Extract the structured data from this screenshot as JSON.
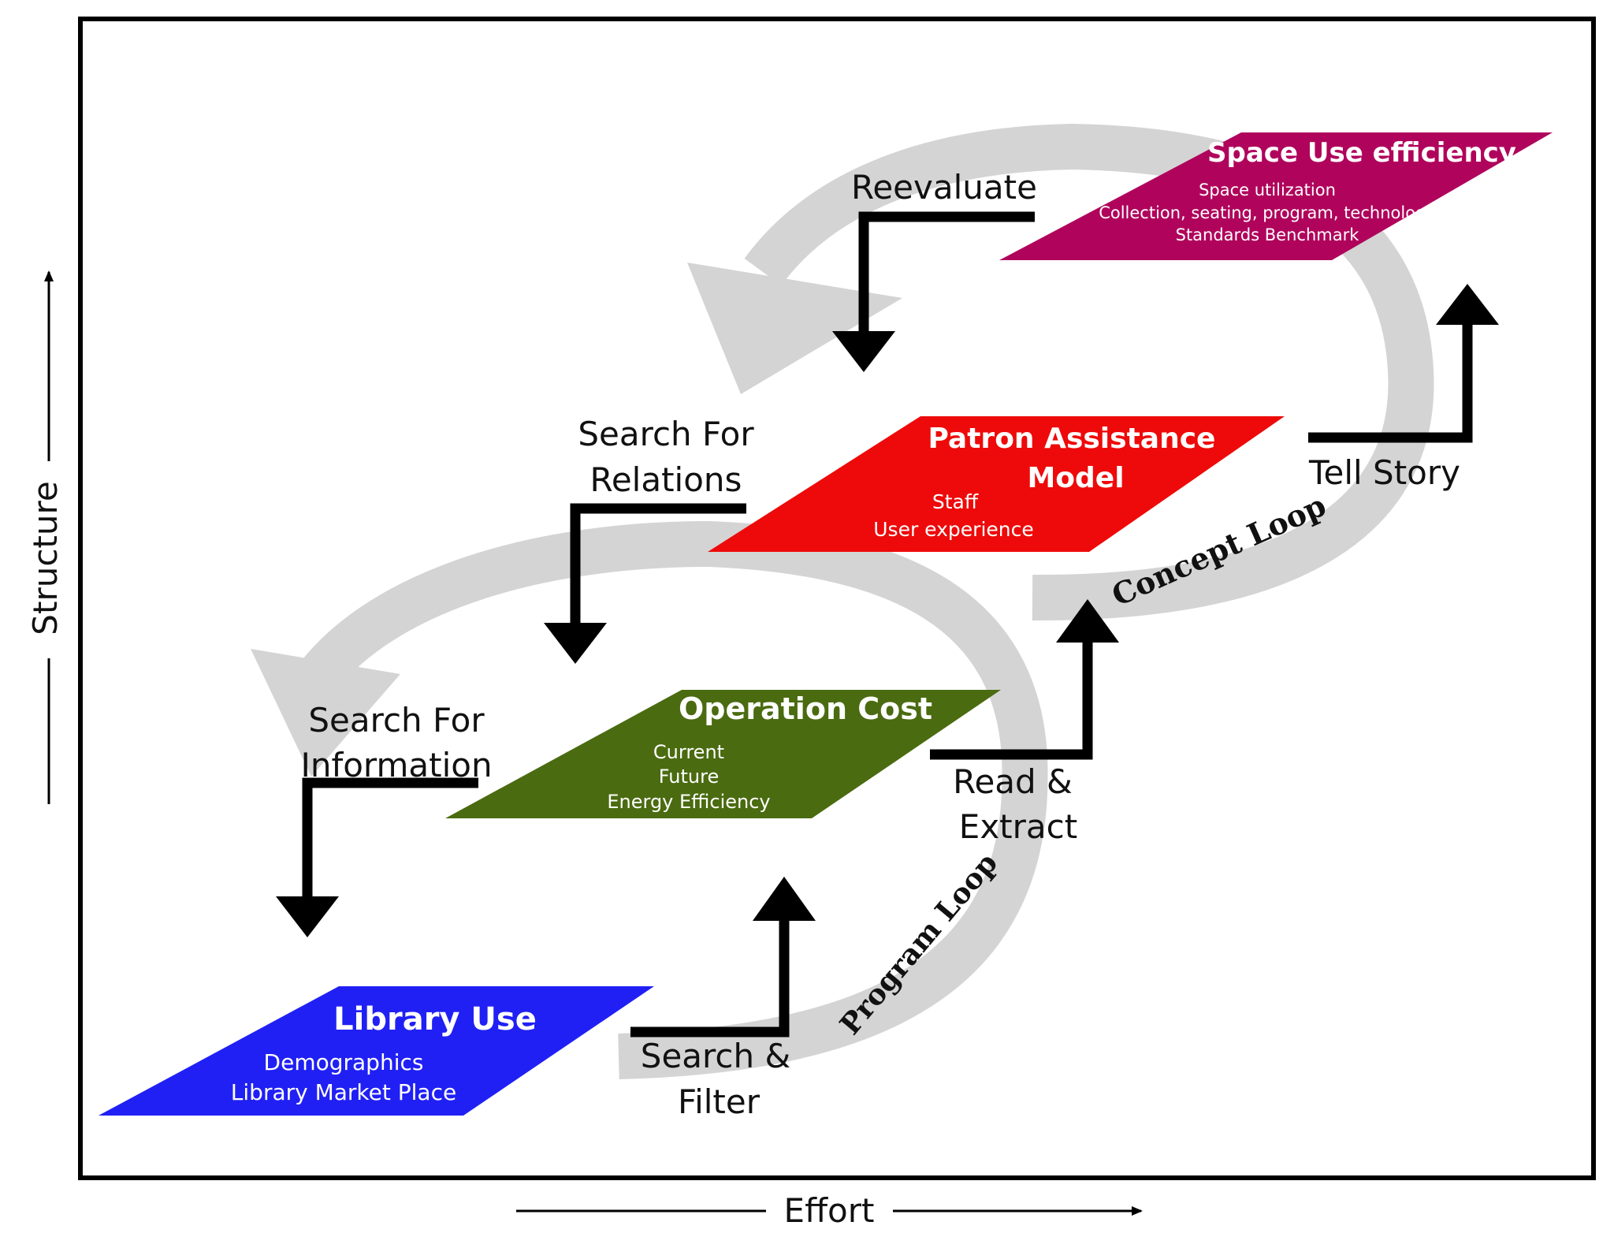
{
  "axes": {
    "x_label": "Effort",
    "y_label": "Structure"
  },
  "loops": {
    "program": "Program Loop",
    "concept": "Concept Loop"
  },
  "boxes": {
    "library_use": {
      "title": "Library Use",
      "lines": [
        "Demographics",
        "Library Market Place"
      ],
      "color": "#2020f5"
    },
    "operation_cost": {
      "title": "Operation Cost",
      "lines": [
        "Current",
        "Future",
        "Energy Efficiency"
      ],
      "color": "#4a6b10"
    },
    "patron_assistance": {
      "title_lines": [
        "Patron Assistance",
        "Model"
      ],
      "lines": [
        "Staff",
        "User experience"
      ],
      "color": "#ee0a0a"
    },
    "space_use": {
      "title": "Space Use efficiency",
      "lines": [
        "Space utilization",
        "Collection, seating, program, technology",
        "Standards Benchmark"
      ],
      "color": "#b0045c"
    }
  },
  "steps": {
    "search_filter": [
      "Search &",
      "Filter"
    ],
    "read_extract": [
      "Read &",
      "Extract"
    ],
    "tell_story": "Tell Story",
    "reevaluate": "Reevaluate",
    "search_relations": [
      "Search For",
      "Relations"
    ],
    "search_information": [
      "Search For",
      "Information"
    ]
  },
  "colors": {
    "loop_gray": "#d4d4d4",
    "arrow": "#000000",
    "frame": "#000000"
  }
}
